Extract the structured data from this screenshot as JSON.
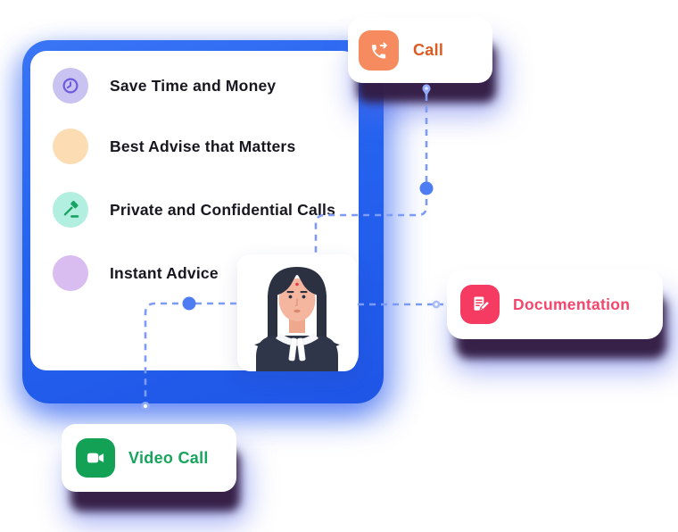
{
  "features_card": {
    "items": [
      {
        "label": "Save Time and Money",
        "icon": "clock-icon",
        "circle_color": "#c9c3f1",
        "icon_color": "#6c5ae0"
      },
      {
        "label": "Best Advise that Matters",
        "icon": "",
        "circle_color": "#fcdcb2"
      },
      {
        "label": "Private and Confidential Calls",
        "icon": "gavel-icon",
        "circle_color": "#b2efe0",
        "icon_color": "#17a360"
      },
      {
        "label": "Instant Advice",
        "icon": "",
        "circle_color": "#d9bdf0"
      }
    ]
  },
  "badges": {
    "call": {
      "label": "Call",
      "icon": "outgoing-call-icon",
      "icon_bg": "#f68b5f",
      "label_color": "#dd5a21"
    },
    "documentation": {
      "label": "Documentation",
      "icon": "document-edit-icon",
      "icon_bg": "#f53b62",
      "label_color": "#f4456b"
    },
    "video_call": {
      "label": "Video Call",
      "icon": "video-camera-icon",
      "icon_bg": "#13a156",
      "label_color": "#18a45c"
    }
  },
  "avatar": {
    "description": "female lawyer avatar with barrister bands"
  },
  "colors": {
    "main_card_blue": "#2563ef",
    "connector_line": "#7d9bf6",
    "connector_dot": "#4e7cf2",
    "badge_shadow_plum": "#321b42",
    "text_dark": "#17171f",
    "background": "#ffffff"
  }
}
